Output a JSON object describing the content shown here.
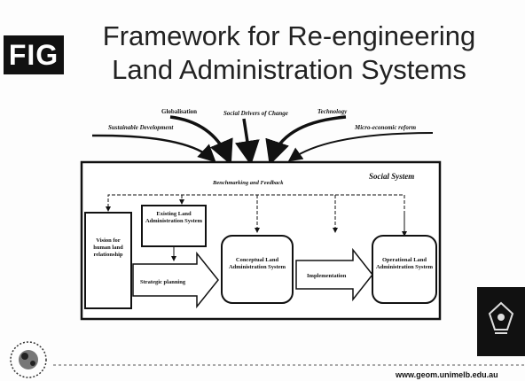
{
  "logo": {
    "text": "FIG"
  },
  "title": {
    "line1": "Framework for Re-engineering",
    "line2": "Land Administration Systems"
  },
  "diagram": {
    "inputs": [
      "Globalisation",
      "Sustainable Development",
      "Micro-economic reform",
      "Technology",
      "Social Drivers of Change"
    ],
    "container_label": "Social System",
    "feedback_label": "Benchmarking and Feedback",
    "boxes": {
      "vision": "Vision for human land relationship",
      "existing": "Existing Land Administration System",
      "conceptual": "Conceptual Land Administration System",
      "operational": "Operational Land Administration System"
    },
    "arrows": {
      "strategic": "Strategic planning",
      "implementation": "Implementation"
    }
  },
  "footer": {
    "url": "www.geom.unimelb.edu.au"
  },
  "colors": {
    "ink": "#111111",
    "background": "#fdfdfd"
  }
}
